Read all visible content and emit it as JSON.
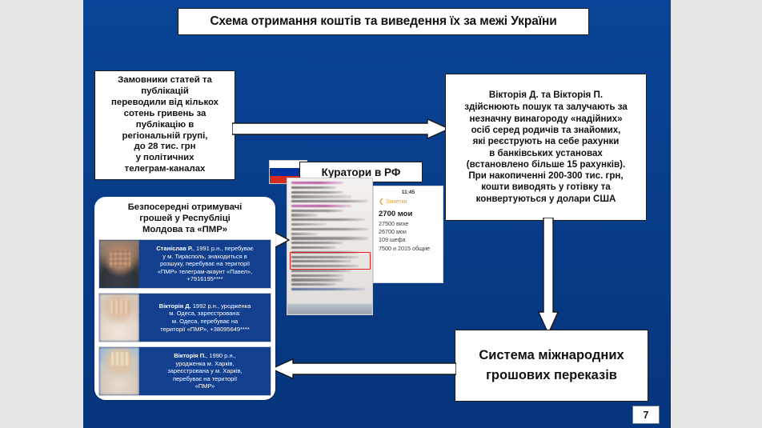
{
  "slide": {
    "title": "Схема отримання коштів та виведення їх за межі України",
    "page_number": "7",
    "background_color": "#084191",
    "accent_color": "#123f8e",
    "canvas_color": "#e6e6e6"
  },
  "box_clients": {
    "lines": [
      "Замовники статей та",
      "публікацій",
      "переводили від кількох",
      "сотень гривень за",
      "публікацію в",
      "регіональній групі,",
      "до 28 тис. грн",
      "у політичних",
      "телеграм-каналах"
    ]
  },
  "box_victoria": {
    "heading": "Вікторія Д. та Вікторія П.",
    "lines": [
      "здійснюють пошук та залучають за",
      "незначну винагороду «надійних»",
      "осіб серед родичів та знайомих,",
      "які реєструють на себе рахунки",
      "в банківських установах",
      "(встановлено більше 15 рахунків).",
      "При накопиченні 200-300 тис. грн,",
      "кошти виводять у готівку та",
      "конвертуються у долари США"
    ]
  },
  "curators": {
    "label": "Куратори в РФ",
    "flag_name": "russia-flag",
    "flag_colors": [
      "#ffffff",
      "#0033a0",
      "#d52b1e"
    ]
  },
  "recipients": {
    "title_lines": [
      "Безпосередні отримувачі",
      "грошей  у Республіці",
      "Молдова та «ПМР»"
    ],
    "people": [
      {
        "name": "Станіслав Р.",
        "lines": [
          ", 1991 р.н., перебуває",
          "у м. Тирасполь, знаходиться в",
          "розшуку, перебуває на території",
          "«ПМР» телеграм-акаунт «Павел»,",
          "+7916195****"
        ]
      },
      {
        "name": "Вікторія Д.",
        "lines": [
          " 1992 р.н., уродженка",
          "м. Одеса, зареєстрована:",
          "м. Одеса, перебуває на",
          "території «ПМР»,  +38095649****"
        ]
      },
      {
        "name": "Вікторія П.",
        "lines": [
          ", 1990 р.н.,",
          "уродженка м. Харків,",
          "зареєстрована у м. Харків,",
          "перебуває на території",
          "«ПМР»"
        ]
      }
    ]
  },
  "evidence": {
    "receipt_name": "money-transfer-receipt",
    "notes": {
      "time": "11:45",
      "back_label": "Заметки",
      "title": "2700 мои",
      "rows": [
        "27500 вихе",
        "26700 мои",
        "109 шефа",
        "7500 и 2015 общие"
      ]
    }
  },
  "box_system": {
    "lines": [
      "Система міжнародних",
      "грошових переказів"
    ]
  },
  "arrows": [
    {
      "name": "arrow-clients-to-victoria",
      "direction": "right"
    },
    {
      "name": "arrow-recipients-to-receipt",
      "direction": "right"
    },
    {
      "name": "arrow-victoria-to-system",
      "direction": "down"
    },
    {
      "name": "arrow-system-to-recipients",
      "direction": "left"
    }
  ]
}
